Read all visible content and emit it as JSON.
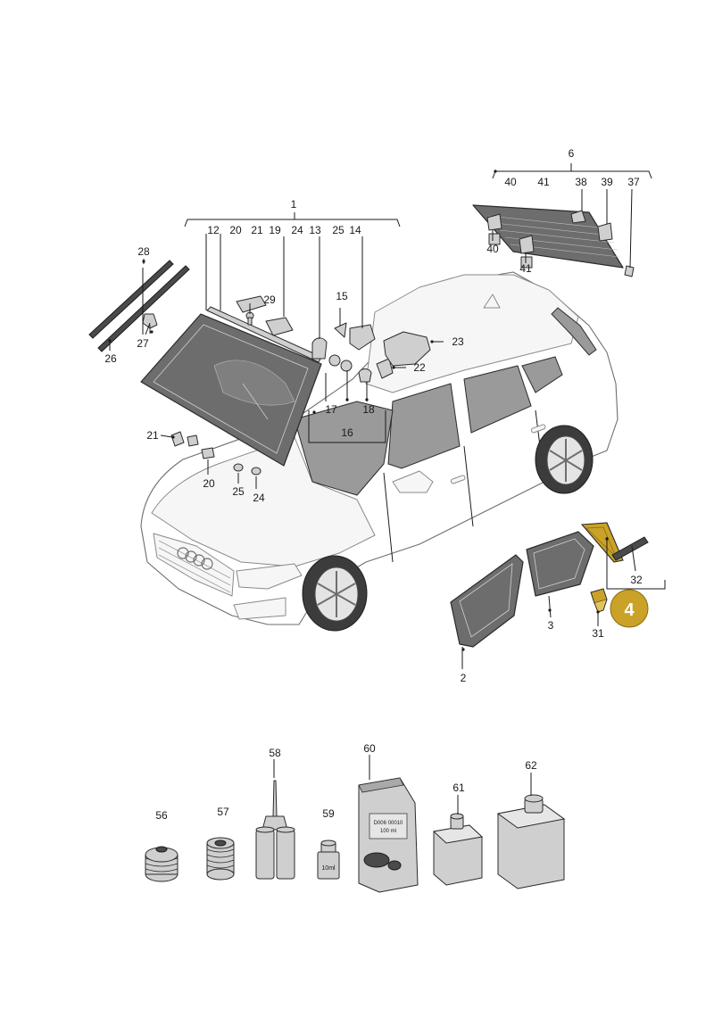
{
  "callouts": {
    "c1": "1",
    "c2": "2",
    "c3": "3",
    "c4": "4",
    "c6": "6",
    "c12": "12",
    "c13": "13",
    "c14": "14",
    "c15": "15",
    "c16": "16",
    "c17": "17",
    "c18": "18",
    "c19": "19",
    "c20": "20",
    "c21": "21",
    "c22": "22",
    "c23": "23",
    "c24": "24",
    "c25": "25",
    "c26": "26",
    "c27": "27",
    "c28": "28",
    "c29": "29",
    "c31": "31",
    "c32": "32",
    "c37": "37",
    "c38": "38",
    "c39": "39",
    "c40": "40",
    "c41": "41",
    "c56": "56",
    "c57": "57",
    "c58": "58",
    "c59": "59",
    "c60": "60",
    "c61": "61",
    "c62": "62"
  },
  "bracket_labels": {
    "group1": [
      "12",
      "20",
      "21",
      "19",
      "24",
      "13",
      "25",
      "14"
    ],
    "group6": [
      "40",
      "41",
      "38",
      "39",
      "37"
    ]
  },
  "highlight": {
    "badge_label": "4",
    "color": "#c9a227"
  },
  "product_labels": {
    "tube_volume": "10ml",
    "kit_text_line1": "D006 00010",
    "kit_text_line2": "100 ml"
  },
  "colors": {
    "glass": "#6d6d6d",
    "outline": "#2b2b2b",
    "highlight_fill": "#c9a227"
  }
}
